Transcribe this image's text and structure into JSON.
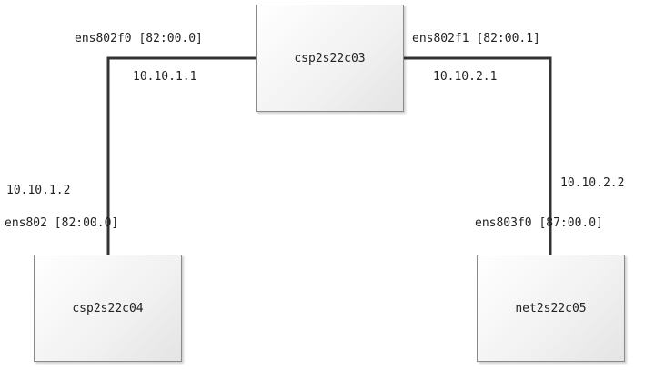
{
  "colors": {
    "link": "#333333",
    "node_border": "#8a8a8a",
    "text": "#222222"
  },
  "nodes": {
    "top": {
      "name": "csp2s22c03"
    },
    "left": {
      "name": "csp2s22c04"
    },
    "right": {
      "name": "net2s22c05"
    }
  },
  "links": {
    "left": {
      "top_iface": "ens802f0 [82:00.0]",
      "top_ip": "10.10.1.1",
      "bottom_ip": "10.10.1.2",
      "bottom_iface": "ens802 [82:00.0]"
    },
    "right": {
      "top_iface": "ens802f1 [82:00.1]",
      "top_ip": "10.10.2.1",
      "bottom_ip": "10.10.2.2",
      "bottom_iface": "ens803f0 [87:00.0]"
    }
  }
}
